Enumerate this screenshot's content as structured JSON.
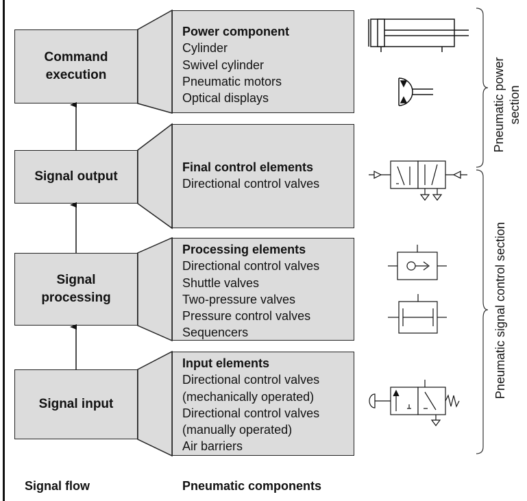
{
  "stages": [
    {
      "label": "Command execution"
    },
    {
      "label": "Signal output"
    },
    {
      "label": "Signal processing"
    },
    {
      "label": "Signal input"
    }
  ],
  "components": [
    {
      "title": "Power component",
      "items": [
        "Cylinder",
        "Swivel cylinder",
        "Pneumatic motors",
        "Optical displays"
      ]
    },
    {
      "title": "Final control elements",
      "items": [
        "Directional control valves"
      ]
    },
    {
      "title": "Processing elements",
      "items": [
        "Directional control valves",
        "Shuttle valves",
        "Two-pressure valves",
        "Pressure control valves",
        "Sequencers"
      ]
    },
    {
      "title": "Input elements",
      "items": [
        "Directional control valves",
        "(mechanically operated)",
        "Directional control valves",
        "(manually operated)",
        "Air barriers"
      ]
    }
  ],
  "sections": {
    "power": "Pneumatic power section",
    "signal": "Pneumatic signal control section"
  },
  "footer": {
    "signal_flow": "Signal flow",
    "components": "Pneumatic components"
  },
  "symbols": [
    "cylinder-symbol",
    "swivel-motor-symbol",
    "directional-valve-symbol",
    "shuttle-valve-symbol",
    "two-pressure-valve-symbol",
    "mechanical-valve-symbol"
  ]
}
